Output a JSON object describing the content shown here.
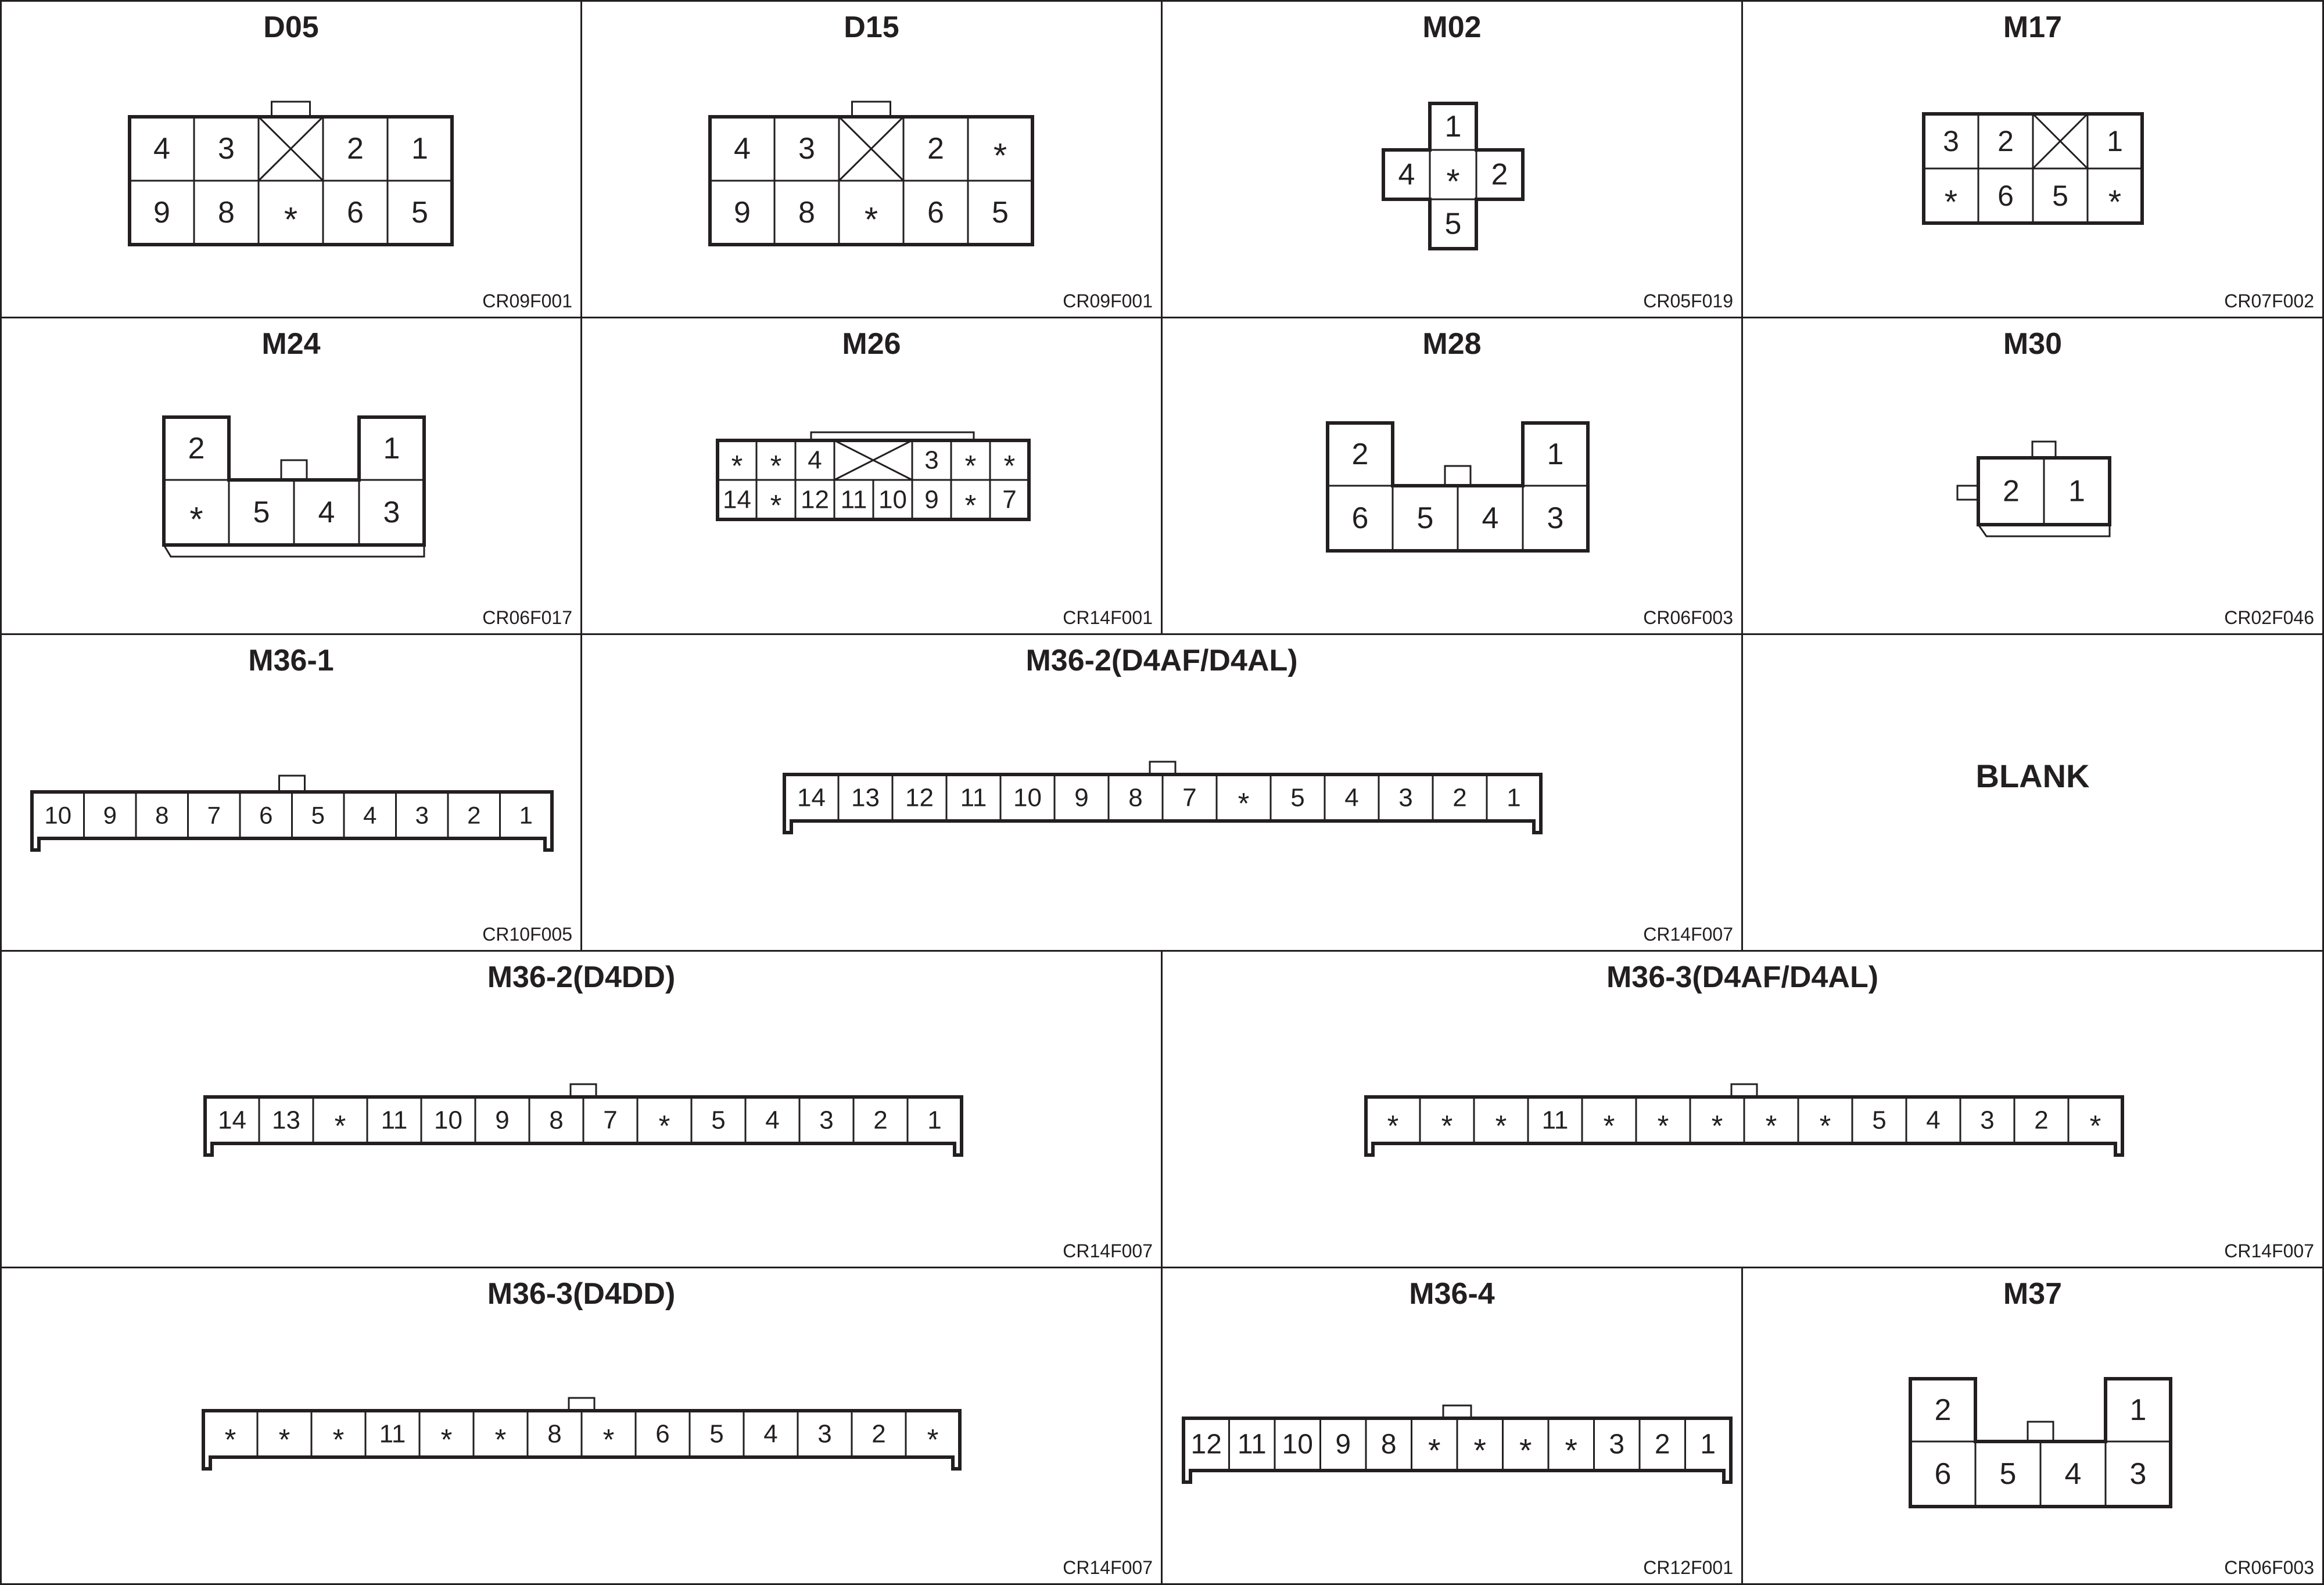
{
  "diagram": {
    "cells": [
      {
        "id": "d05",
        "title": "D05",
        "code": "CR09F001"
      },
      {
        "id": "d15",
        "title": "D15",
        "code": "CR09F001"
      },
      {
        "id": "m02",
        "title": "M02",
        "code": "CR05F019"
      },
      {
        "id": "m17",
        "title": "M17",
        "code": "CR07F002"
      },
      {
        "id": "m24",
        "title": "M24",
        "code": "CR06F017"
      },
      {
        "id": "m26",
        "title": "M26",
        "code": "CR14F001"
      },
      {
        "id": "m28",
        "title": "M28",
        "code": "CR06F003"
      },
      {
        "id": "m30",
        "title": "M30",
        "code": "CR02F046"
      },
      {
        "id": "m36_1",
        "title": "M36-1",
        "code": "CR10F005"
      },
      {
        "id": "m36_2_af",
        "title": "M36-2(D4AF/D4AL)",
        "code": "CR14F007"
      },
      {
        "id": "blank",
        "title": "",
        "label": "BLANK",
        "code": ""
      },
      {
        "id": "m36_2_dd",
        "title": "M36-2(D4DD)",
        "code": "CR14F007"
      },
      {
        "id": "m36_3_af",
        "title": "M36-3(D4AF/D4AL)",
        "code": "CR14F007"
      },
      {
        "id": "m36_3_dd",
        "title": "M36-3(D4DD)",
        "code": "CR14F007"
      },
      {
        "id": "m36_4",
        "title": "M36-4",
        "code": "CR12F001"
      },
      {
        "id": "m37",
        "title": "M37",
        "code": "CR06F003"
      }
    ]
  },
  "connectors": {
    "d05": {
      "top": [
        "4",
        "3",
        "X",
        "2",
        "1"
      ],
      "bottom": [
        "9",
        "8",
        "*",
        "6",
        "5"
      ]
    },
    "d15": {
      "top": [
        "4",
        "3",
        "X",
        "2",
        "*"
      ],
      "bottom": [
        "9",
        "8",
        "*",
        "6",
        "5"
      ]
    },
    "m02": {
      "top": "1",
      "left": "4",
      "center": "*",
      "right": "2",
      "bottom": "5"
    },
    "m17": {
      "top": [
        "3",
        "2",
        "X",
        "1"
      ],
      "bottom": [
        "*",
        "6",
        "5",
        "*"
      ]
    },
    "m24": {
      "top_left": "2",
      "top_right": "1",
      "bottom": [
        "*",
        "5",
        "4",
        "3"
      ]
    },
    "m26": {
      "top": [
        "*",
        "*",
        "4",
        "X",
        "3",
        "*",
        "*"
      ],
      "bottom": [
        "14",
        "*",
        "12",
        "11",
        "10",
        "9",
        "*",
        "7"
      ]
    },
    "m28": {
      "top_left": "2",
      "top_right": "1",
      "bottom": [
        "6",
        "5",
        "4",
        "3"
      ]
    },
    "m30": {
      "pins": [
        "2",
        "1"
      ]
    },
    "m36_1": {
      "pins": [
        "10",
        "9",
        "8",
        "7",
        "6",
        "5",
        "4",
        "3",
        "2",
        "1"
      ]
    },
    "m36_2_af": {
      "pins": [
        "14",
        "13",
        "12",
        "11",
        "10",
        "9",
        "8",
        "7",
        "*",
        "5",
        "4",
        "3",
        "2",
        "1"
      ]
    },
    "m36_2_dd": {
      "pins": [
        "14",
        "13",
        "*",
        "11",
        "10",
        "9",
        "8",
        "7",
        "*",
        "5",
        "4",
        "3",
        "2",
        "1"
      ]
    },
    "m36_3_af": {
      "pins": [
        "*",
        "*",
        "*",
        "11",
        "*",
        "*",
        "*",
        "*",
        "*",
        "5",
        "4",
        "3",
        "2",
        "*"
      ]
    },
    "m36_3_dd": {
      "pins": [
        "*",
        "*",
        "*",
        "11",
        "*",
        "*",
        "8",
        "*",
        "6",
        "5",
        "4",
        "3",
        "2",
        "*"
      ]
    },
    "m36_4": {
      "pins": [
        "12",
        "11",
        "10",
        "9",
        "8",
        "*",
        "*",
        "*",
        "*",
        "3",
        "2",
        "1"
      ]
    },
    "m37": {
      "top_left": "2",
      "top_right": "1",
      "bottom": [
        "6",
        "5",
        "4",
        "3"
      ]
    }
  }
}
